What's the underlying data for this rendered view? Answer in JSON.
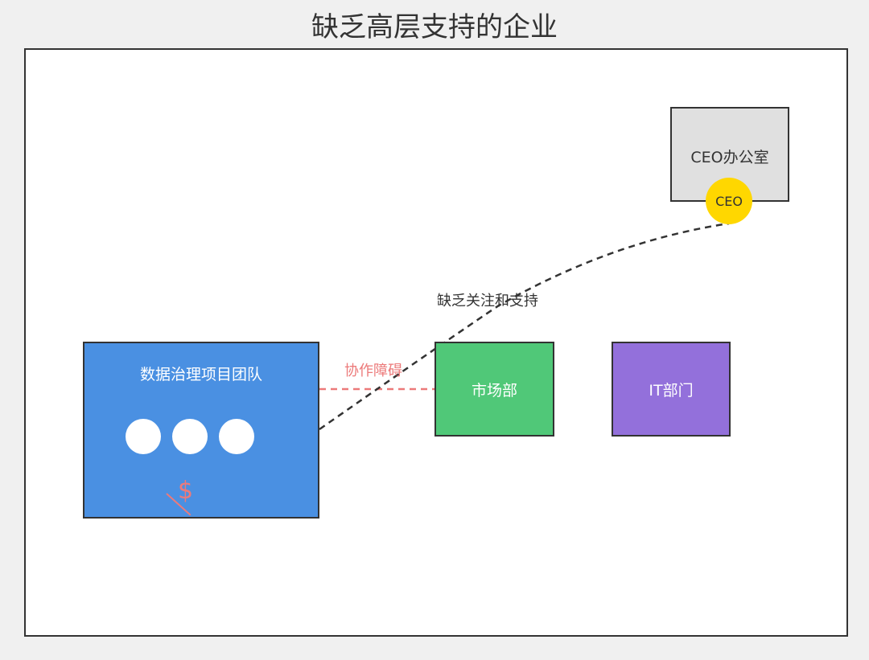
{
  "title": "缺乏高层支持的企业",
  "team": {
    "label": "数据治理项目团队",
    "members": 3,
    "funding_symbol": "$"
  },
  "market": {
    "label": "市场部"
  },
  "it": {
    "label": "IT部门"
  },
  "ceo_office": {
    "label": "CEO办公室"
  },
  "ceo": {
    "label": "CEO"
  },
  "connections": {
    "barrier_label": "协作障碍",
    "lack_support_label": "缺乏关注和支持"
  },
  "colors": {
    "team": "#4a90e2",
    "market": "#50c878",
    "it": "#9370db",
    "ceo_office": "#e0e0e0",
    "ceo": "#ffd700",
    "barrier": "#ec7a7a",
    "line": "#333333"
  }
}
